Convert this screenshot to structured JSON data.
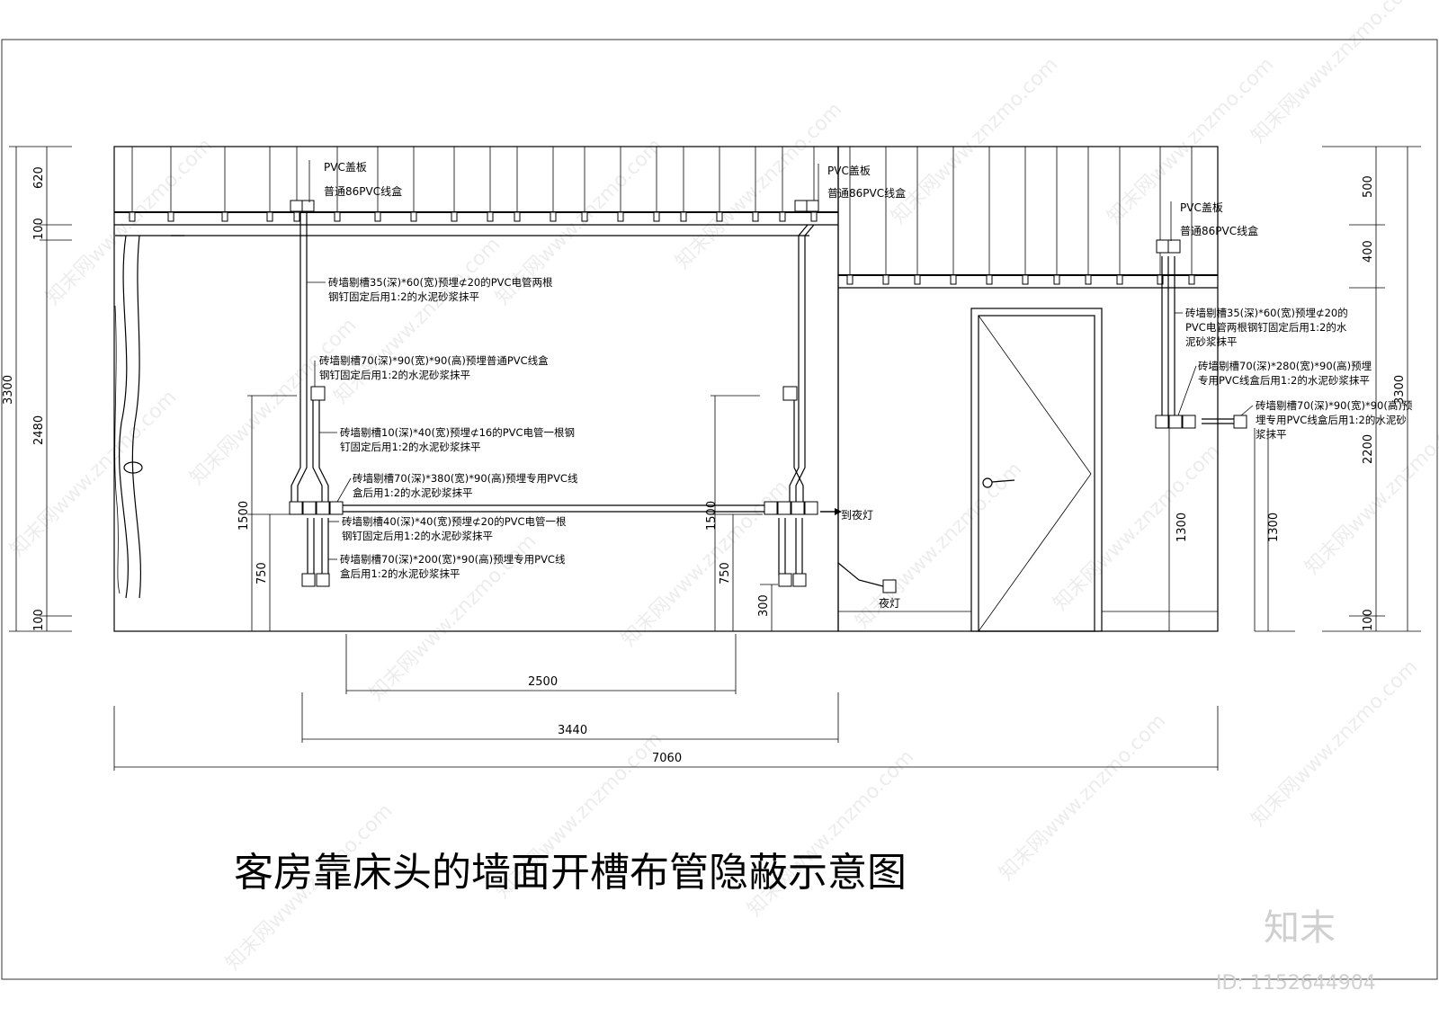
{
  "title": "客房靠床头的墙面开槽布管隐蔽示意图",
  "left_dims": [
    "620",
    "100",
    "2480",
    "3300",
    "100"
  ],
  "right_dims": [
    "500",
    "400",
    "2200",
    "3300",
    "100"
  ],
  "inner_dims": {
    "d1500a": "1500",
    "d750a": "750",
    "d1500b": "1500",
    "d750b": "750",
    "d300": "300",
    "d1300a": "1300",
    "d1300b": "1300"
  },
  "bottom_dims": [
    "2500",
    "3440",
    "7060"
  ],
  "labels": {
    "pvc_cover_1": "PVC盖板",
    "box86_1": "普通86PVC线盒",
    "pvc_cover_2": "PVC盖板",
    "box86_2": "普通86PVC线盒",
    "pvc_cover_3": "PVC盖板",
    "box86_3": "普通86PVC线盒",
    "to_night_light": "到夜灯",
    "night_light": "夜灯"
  },
  "notes": {
    "n1": [
      "砖墙剔槽35(深)*60(宽)预埋⊄20的PVC电管两根",
      "钢钉固定后用1:2的水泥砂浆抹平"
    ],
    "n2": [
      "砖墙剔槽70(深)*90(宽)*90(高)预埋普通PVC线盒",
      "钢钉固定后用1:2的水泥砂浆抹平"
    ],
    "n3": [
      "砖墙剔槽10(深)*40(宽)预埋⊄16的PVC电管一根钢",
      "钉固定后用1:2的水泥砂浆抹平"
    ],
    "n4": [
      "砖墙剔槽70(深)*380(宽)*90(高)预埋专用PVC线",
      "盒后用1:2的水泥砂浆抹平"
    ],
    "n5": [
      "砖墙剔槽40(深)*40(宽)预埋⊄20的PVC电管一根",
      "钢钉固定后用1:2的水泥砂浆抹平"
    ],
    "n6": [
      "砖墙剔槽70(深)*200(宽)*90(高)预埋专用PVC线",
      "盒后用1:2的水泥砂浆抹平"
    ],
    "n7": [
      "砖墙剔槽35(深)*60(宽)预埋⊄20的",
      "PVC电管两根钢钉固定后用1:2的水",
      "泥砂浆抹平"
    ],
    "n8": [
      "砖墙剔槽70(深)*280(宽)*90(高)预埋",
      "专用PVC线盒后用1:2的水泥砂浆抹平"
    ],
    "n9": [
      "砖墙剔槽70(深)*90(宽)*90(高)预",
      "埋专用PVC线盒后用1:2的水泥砂",
      "浆抹平"
    ]
  },
  "watermark": "知末网www.znzmo.com",
  "brand": "知末",
  "id_text": "ID: 1152644904"
}
